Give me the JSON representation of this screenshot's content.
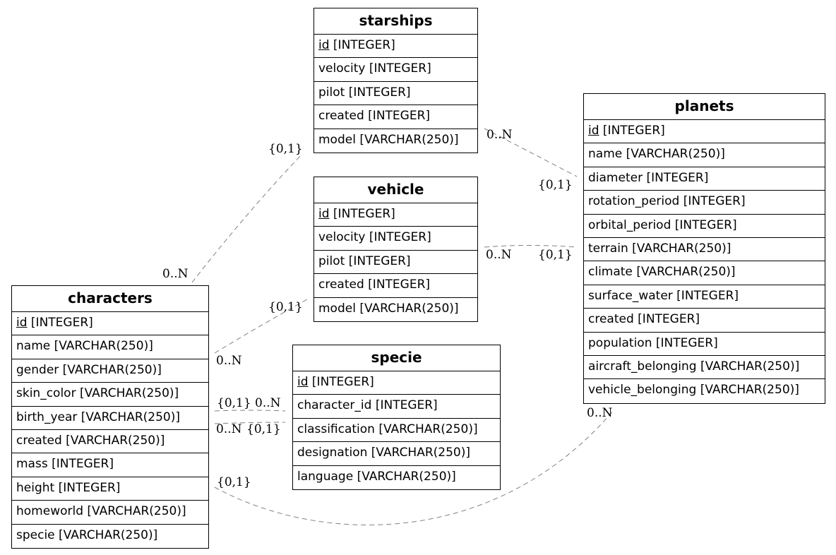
{
  "entities": [
    {
      "name": "starships",
      "fields": [
        {
          "col": "id",
          "type": "[INTEGER]",
          "pk": true
        },
        {
          "col": "velocity",
          "type": "[INTEGER]"
        },
        {
          "col": "pilot",
          "type": "[INTEGER]"
        },
        {
          "col": "created",
          "type": "[INTEGER]"
        },
        {
          "col": "model",
          "type": "[VARCHAR(250)]"
        }
      ]
    },
    {
      "name": "vehicle",
      "fields": [
        {
          "col": "id",
          "type": "[INTEGER]",
          "pk": true
        },
        {
          "col": "velocity",
          "type": "[INTEGER]"
        },
        {
          "col": "pilot",
          "type": "[INTEGER]"
        },
        {
          "col": "created",
          "type": "[INTEGER]"
        },
        {
          "col": "model",
          "type": "[VARCHAR(250)]"
        }
      ]
    },
    {
      "name": "planets",
      "fields": [
        {
          "col": "id",
          "type": "[INTEGER]",
          "pk": true
        },
        {
          "col": "name",
          "type": "[VARCHAR(250)]"
        },
        {
          "col": "diameter",
          "type": "[INTEGER]"
        },
        {
          "col": "rotation_period",
          "type": "[INTEGER]"
        },
        {
          "col": "orbital_period",
          "type": "[INTEGER]"
        },
        {
          "col": "terrain",
          "type": "[VARCHAR(250)]"
        },
        {
          "col": "climate",
          "type": "[VARCHAR(250)]"
        },
        {
          "col": "surface_water",
          "type": "[INTEGER]"
        },
        {
          "col": "created",
          "type": "[INTEGER]"
        },
        {
          "col": "population",
          "type": "[INTEGER]"
        },
        {
          "col": "aircraft_belonging",
          "type": "[VARCHAR(250)]"
        },
        {
          "col": "vehicle_belonging",
          "type": "[VARCHAR(250)]"
        }
      ]
    },
    {
      "name": "characters",
      "fields": [
        {
          "col": "id",
          "type": "[INTEGER]",
          "pk": true
        },
        {
          "col": "name",
          "type": "[VARCHAR(250)]"
        },
        {
          "col": "gender",
          "type": "[VARCHAR(250)]"
        },
        {
          "col": "skin_color",
          "type": "[VARCHAR(250)]"
        },
        {
          "col": "birth_year",
          "type": "[VARCHAR(250)]"
        },
        {
          "col": "created",
          "type": "[VARCHAR(250)]"
        },
        {
          "col": "mass",
          "type": "[INTEGER]"
        },
        {
          "col": "height",
          "type": "[INTEGER]"
        },
        {
          "col": "homeworld",
          "type": "[VARCHAR(250)]"
        },
        {
          "col": "specie",
          "type": "[VARCHAR(250)]"
        }
      ]
    },
    {
      "name": "specie",
      "fields": [
        {
          "col": "id",
          "type": "[INTEGER]",
          "pk": true
        },
        {
          "col": "character_id",
          "type": "[INTEGER]"
        },
        {
          "col": "classification",
          "type": "[VARCHAR(250)]"
        },
        {
          "col": "designation",
          "type": "[VARCHAR(250)]"
        },
        {
          "col": "language",
          "type": "[VARCHAR(250)]"
        }
      ]
    }
  ],
  "relationships": [
    {
      "from": "starships",
      "to": "planets",
      "from_card": "0..N",
      "to_card": "{0,1}"
    },
    {
      "from": "characters",
      "to": "starships",
      "from_card": "0..N",
      "to_card": "{0,1}"
    },
    {
      "from": "vehicle",
      "to": "planets",
      "from_card": "0..N",
      "to_card": "{0,1}"
    },
    {
      "from": "characters",
      "to": "vehicle",
      "from_card": "0..N",
      "to_card": "{0,1}"
    },
    {
      "from": "specie",
      "to": "characters",
      "from_card": "0..N",
      "to_card": "{0,1}"
    },
    {
      "from": "characters",
      "to": "specie",
      "from_card": "0..N",
      "to_card": "{0,1}"
    },
    {
      "from": "planets",
      "to": "characters",
      "from_card": "0..N",
      "to_card": "{0,1}"
    }
  ],
  "colors": {
    "line": "#808080",
    "border": "#000000",
    "text": "#000000"
  }
}
